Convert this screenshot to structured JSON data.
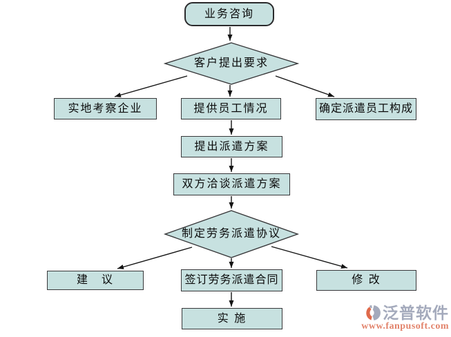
{
  "palette": {
    "node_fill": "#c7e1e0",
    "node_border": "#38383a",
    "arrow_color": "#141414",
    "text_color": "#0b0b0b",
    "brand_text_color": "#a4aabc",
    "brand_url_color": "#e2836b",
    "logo_orange": "#df6a4b",
    "logo_gray": "#a4aabc",
    "background": "#ffffff"
  },
  "flowchart": {
    "nodes": {
      "start": {
        "label": "业务咨询",
        "shape": "rounded"
      },
      "decision_customer": {
        "label": "客户提出要求",
        "shape": "diamond"
      },
      "inspect": {
        "label": "实地考察企业",
        "shape": "rect"
      },
      "provide": {
        "label": "提供员工情况",
        "shape": "rect"
      },
      "composition": {
        "label": "确定派遣员工构成",
        "shape": "rect"
      },
      "propose": {
        "label": "提出派遣方案",
        "shape": "rect"
      },
      "negotiate": {
        "label": "双方洽谈派遣方案",
        "shape": "rect"
      },
      "decision_agreement": {
        "label": "制定劳务派遣协议",
        "shape": "diamond"
      },
      "suggest": {
        "label": "建　议",
        "shape": "rect"
      },
      "sign": {
        "label": "签订劳务派遣合同",
        "shape": "rect"
      },
      "modify": {
        "label": "修 改",
        "shape": "rect"
      },
      "implement": {
        "label": "实 施",
        "shape": "rect"
      }
    },
    "edges": [
      {
        "from": "start",
        "to": "decision_customer"
      },
      {
        "from": "decision_customer",
        "to": "inspect"
      },
      {
        "from": "decision_customer",
        "to": "provide"
      },
      {
        "from": "decision_customer",
        "to": "composition"
      },
      {
        "from": "provide",
        "to": "propose"
      },
      {
        "from": "propose",
        "to": "negotiate"
      },
      {
        "from": "negotiate",
        "to": "decision_agreement"
      },
      {
        "from": "decision_agreement",
        "to": "suggest"
      },
      {
        "from": "decision_agreement",
        "to": "sign"
      },
      {
        "from": "decision_agreement",
        "to": "modify"
      },
      {
        "from": "sign",
        "to": "implement"
      }
    ]
  },
  "watermark": {
    "brand": "泛普软件",
    "url": "www.fanpusoft.com"
  }
}
